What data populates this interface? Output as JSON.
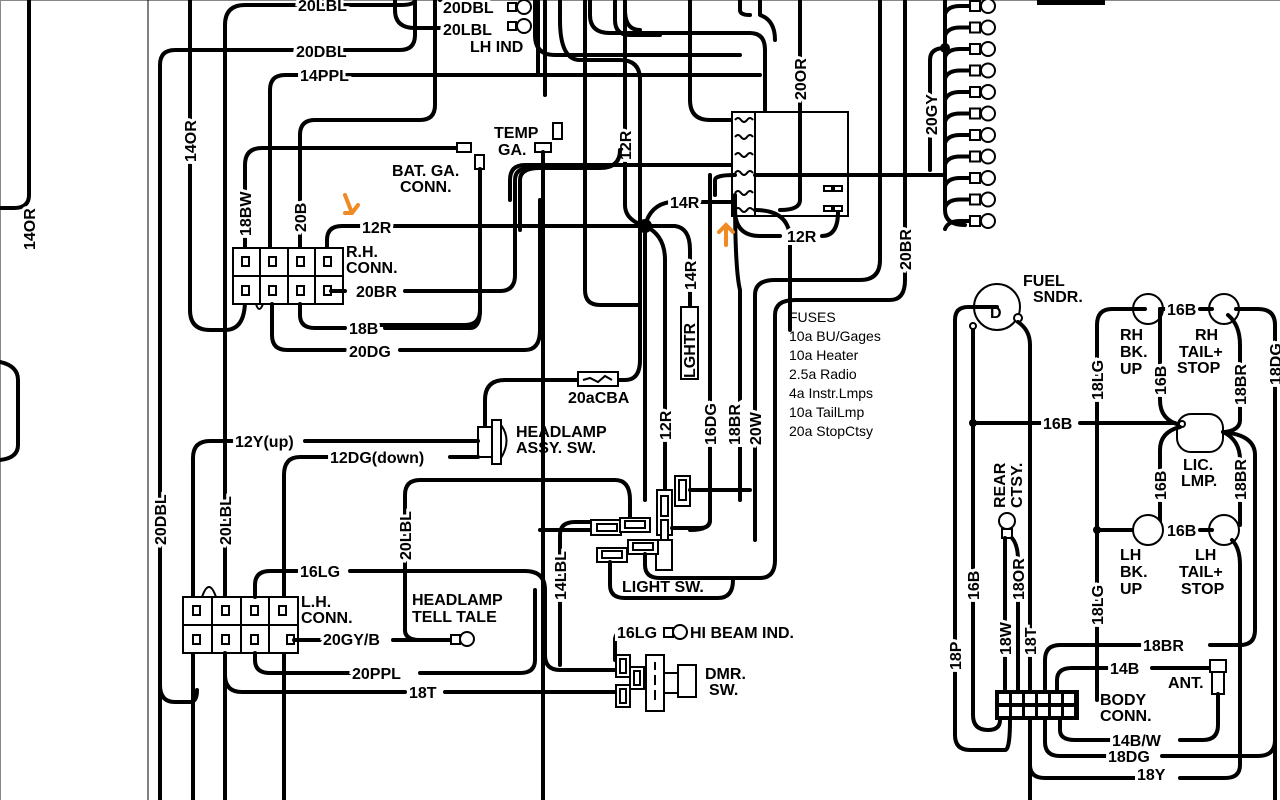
{
  "diagram": {
    "title": "",
    "colors": {
      "wire": "#000000",
      "background": "#ffffff",
      "annotation": "#f08a24"
    },
    "wire_labels": {
      "w_14or_left": "14OR",
      "w_20lbl_top": "20LBL",
      "w_20dbl_top": "20DBL",
      "w_20dbl_lhind": "20DBL",
      "w_20lbl_lhind": "20LBL",
      "w_14ppl": "14PPL",
      "w_14or": "14OR",
      "w_18bw": "18BW",
      "w_20b": "20B",
      "w_12r_rh": "12R",
      "w_20br_rh": "20BR",
      "w_18b": "18B",
      "w_20dg": "20DG",
      "w_12r_vert": "12R",
      "w_14r": "14R",
      "w_14r_vert": "14R",
      "w_12r_fuse": "12R",
      "w_20or": "20OR",
      "w_20gy": "20GY",
      "w_20br_vert": "20BR",
      "w_12r_lower": "12R",
      "w_16dg": "16DG",
      "w_18br": "18BR",
      "w_20w": "20W",
      "w_12y": "12Y(up)",
      "w_12dg": "12DG(down)",
      "w_20dbl_left": "20DBL",
      "w_20lbl_left": "20LBL",
      "w_20lbl_mid": "20LBL",
      "w_16lg": "16LG",
      "w_14lbl": "14LBL",
      "w_20gyb": "20GY/B",
      "w_20ppl": "20PPL",
      "w_18t": "18T",
      "w_16lg_hibeam": "16LG",
      "w_16b_rh": "16B",
      "w_18lg_top": "18LG",
      "w_16b_vert_top": "16B",
      "w_18br_top": "18BR",
      "w_18dg_right": "18DG",
      "w_16b_mid": "16B",
      "w_16b_vert_bot": "16B",
      "w_18br_mid": "18BR",
      "w_16b_lh": "16B",
      "w_18lg_bot": "18LG",
      "w_18p": "18P",
      "w_16b_left": "16B",
      "w_18w": "18W",
      "w_18or": "18OR",
      "w_18t_right": "18T",
      "w_18br_bottom": "18BR",
      "w_14b": "14B",
      "w_14bw": "14B/W",
      "w_18dg_bottom": "18DG",
      "w_18y": "18Y"
    },
    "components": {
      "lh_ind": "LH IND",
      "temp_ga_1": "TEMP",
      "temp_ga_2": "GA.",
      "bat_ga_1": "BAT. GA.",
      "bat_ga_2": "CONN.",
      "rh_conn_1": "R.H.",
      "rh_conn_2": "CONN.",
      "lghtr": "LGHTR",
      "cba": "20aCBA",
      "headlamp_sw_1": "HEADLAMP",
      "headlamp_sw_2": "ASSY. SW.",
      "lh_conn_1": "L.H.",
      "lh_conn_2": "CONN.",
      "tell_tale_1": "HEADLAMP",
      "tell_tale_2": "TELL TALE",
      "light_sw": "LIGHT SW.",
      "hi_beam": "HI BEAM IND.",
      "dmr_sw_1": "DMR.",
      "dmr_sw_2": "SW.",
      "fuel_sndr_1": "FUEL",
      "fuel_sndr_2": "SNDR.",
      "rh_bkup_1": "RH",
      "rh_bkup_2": "BK.",
      "rh_bkup_3": "UP",
      "rh_tail_1": "RH",
      "rh_tail_2": "TAIL+",
      "rh_tail_3": "STOP",
      "lic_lmp_1": "LIC.",
      "lic_lmp_2": "LMP.",
      "rear_ctsy_1": "REAR",
      "rear_ctsy_2": "CTSY.",
      "lh_bkup_1": "LH",
      "lh_bkup_2": "BK.",
      "lh_bkup_3": "UP",
      "lh_tail_1": "LH",
      "lh_tail_2": "TAIL+",
      "lh_tail_3": "STOP",
      "ant": "ANT.",
      "body_conn_1": "BODY",
      "body_conn_2": "CONN."
    },
    "fuses": {
      "title": "FUSES",
      "items": [
        "10a BU/Gages",
        "10a Heater",
        "2.5a Radio",
        "4a Instr.Lmps",
        "10a TailLmp",
        "20a StopCtsy"
      ]
    },
    "annotations": [
      {
        "type": "arrow-down",
        "target": "12R wire at R.H. CONN."
      },
      {
        "type": "arrow-up",
        "target": "fuse block 14R terminal"
      }
    ]
  }
}
